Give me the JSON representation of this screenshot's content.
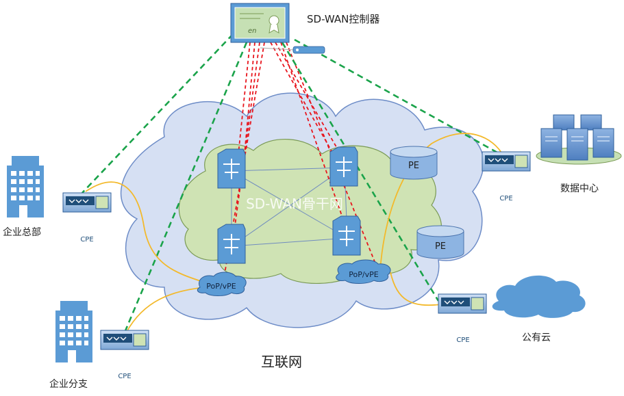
{
  "controller_label": "SD-WAN控制器",
  "backbone_label": "SD-WAN骨干网",
  "internet_label": "互联网",
  "pop_label": "PoP/vPE",
  "pe_label": "PE",
  "cpe_label": "CPE",
  "sites": {
    "hq": "企业总部",
    "branch": "企业分支",
    "datacenter": "数据中心",
    "public_cloud": "公有云"
  },
  "colors": {
    "internet_cloud": "#d6e0f3",
    "backbone_cloud": "#cfe3b4",
    "router": "#5b9bd5",
    "controller_link": "#1aa34a",
    "tunnel_link": "#e8141c",
    "access_link": "#f3b92b"
  }
}
